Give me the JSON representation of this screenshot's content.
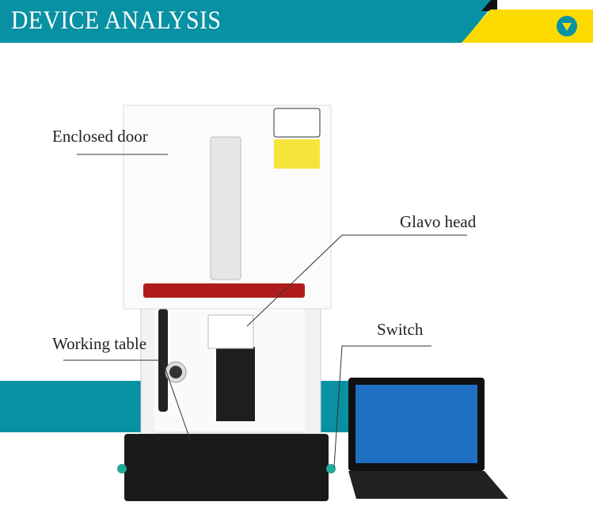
{
  "header": {
    "title": "DEVICE ANALYSIS",
    "dropdown_icon": "chevron-down-circle-icon"
  },
  "colors": {
    "accent": "#0891a3",
    "highlight": "#fcd900"
  },
  "labels": {
    "enclosed_door": "Enclosed door",
    "galvo_head": "Glavo head",
    "working_table": "Working table",
    "switch": "Switch"
  }
}
